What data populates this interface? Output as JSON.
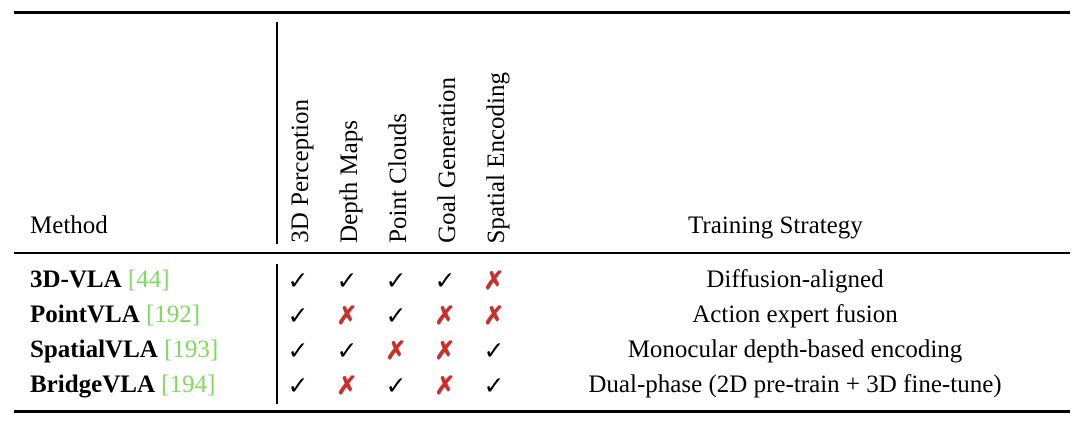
{
  "table": {
    "header": {
      "method": "Method",
      "capabilities": [
        "3D Perception",
        "Depth Maps",
        "Point Clouds",
        "Goal Generation",
        "Spatial Encoding"
      ],
      "training_strategy": "Training Strategy"
    },
    "rows": [
      {
        "method": "3D-VLA",
        "ref": "[44]",
        "marks": [
          "✓",
          "✓",
          "✓",
          "✓",
          "✗"
        ],
        "strategy": "Diffusion-aligned"
      },
      {
        "method": "PointVLA",
        "ref": "[192]",
        "marks": [
          "✓",
          "✗",
          "✓",
          "✗",
          "✗"
        ],
        "strategy": "Action expert fusion"
      },
      {
        "method": "SpatialVLA",
        "ref": "[193]",
        "marks": [
          "✓",
          "✓",
          "✗",
          "✗",
          "✓"
        ],
        "strategy": "Monocular depth-based encoding"
      },
      {
        "method": "BridgeVLA",
        "ref": "[194]",
        "marks": [
          "✓",
          "✗",
          "✓",
          "✗",
          "✓"
        ],
        "strategy": "Dual-phase (2D pre-train + 3D fine-tune)"
      }
    ]
  },
  "colors": {
    "ref": "#7ddc5a",
    "cross": "#c9302c",
    "check": "#000000"
  }
}
